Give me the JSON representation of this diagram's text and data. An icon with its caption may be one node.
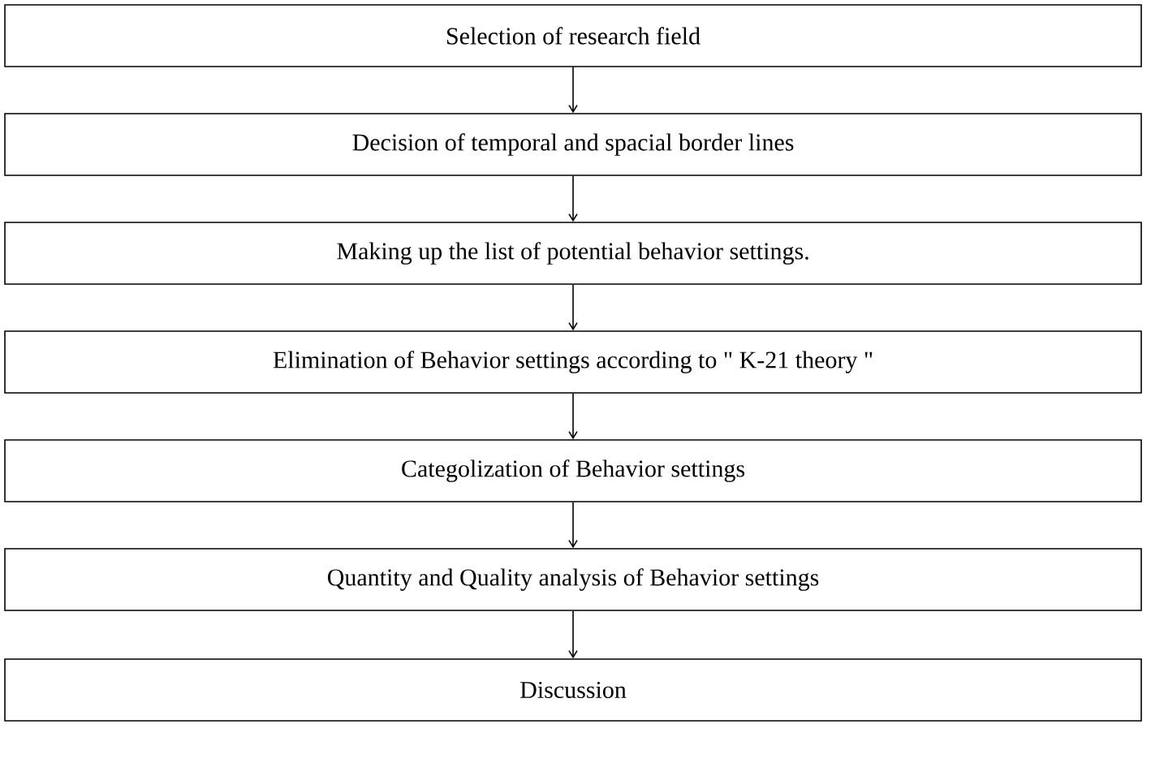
{
  "diagram": {
    "nodes": [
      {
        "text": [
          "Selection of research field"
        ]
      },
      {
        "text": [
          "Decision of temporal and spacial border lines"
        ]
      },
      {
        "text": [
          "Making up the list of potential behavior settings."
        ]
      },
      {
        "text": [
          "Elimination of Behavior settings according to \" K-21 theory \""
        ]
      },
      {
        "text": [
          "Categolization of Behavior settings"
        ]
      },
      {
        "text": [
          "Quantity and Quality analysis of Behavior settings"
        ]
      },
      {
        "text": [
          "Discussion"
        ]
      }
    ],
    "edges": [
      {
        "from": 0,
        "to": 1,
        "arrow": "to"
      },
      {
        "from": 1,
        "to": 2,
        "arrow": "to"
      },
      {
        "from": 2,
        "to": 3,
        "arrow": "to"
      },
      {
        "from": 3,
        "to": 4,
        "arrow": "to"
      },
      {
        "from": 4,
        "to": 5,
        "arrow": "to"
      },
      {
        "from": 5,
        "to": 6,
        "arrow": "to"
      }
    ]
  }
}
